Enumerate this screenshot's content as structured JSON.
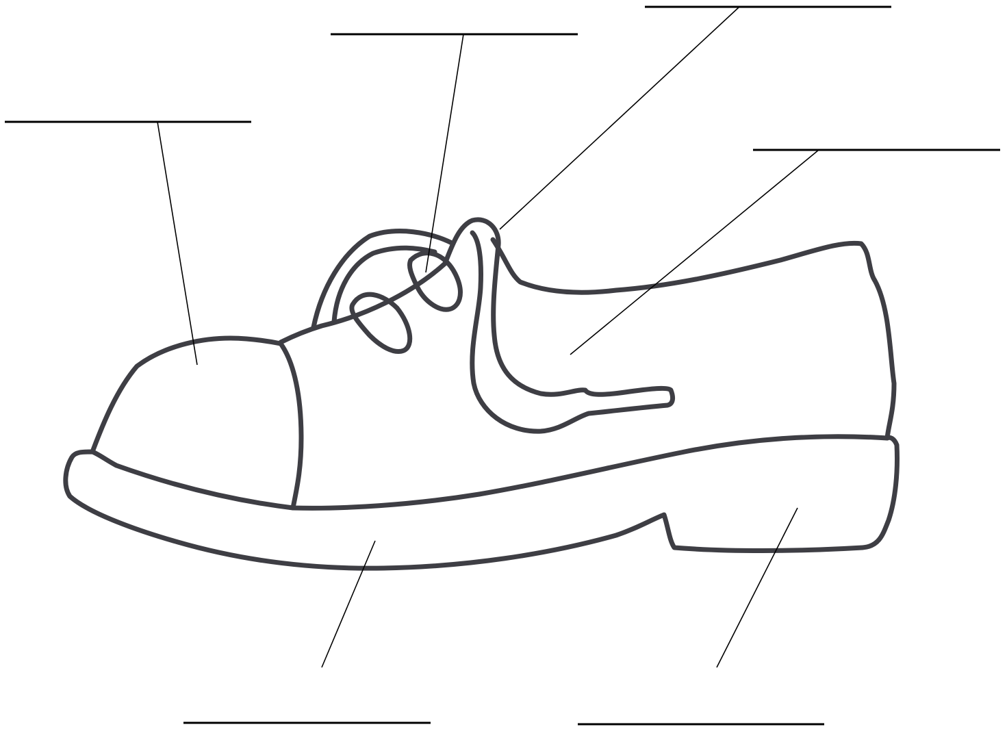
{
  "diagram": {
    "subject": "shoe",
    "parts": [
      {
        "id": "toe-cap",
        "label": ""
      },
      {
        "id": "lace",
        "label": ""
      },
      {
        "id": "tongue",
        "label": ""
      },
      {
        "id": "upper",
        "label": ""
      },
      {
        "id": "sole",
        "label": ""
      },
      {
        "id": "heel",
        "label": ""
      }
    ]
  },
  "colors": {
    "outline": "#3e3e44",
    "leader": "#000000",
    "background": "#ffffff"
  }
}
